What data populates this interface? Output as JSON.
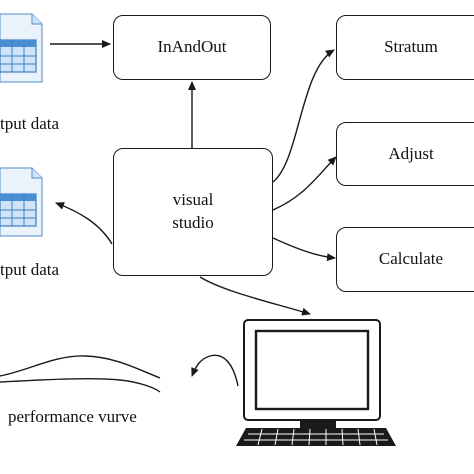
{
  "nodes": {
    "inandout": "InAndOut",
    "stratum": "Stratum",
    "adjust": "Adjust",
    "calculate": "Calculate",
    "center_line1": "visual",
    "center_line2": "studio"
  },
  "labels": {
    "input": "tput data",
    "output": "tput data",
    "curve": "performance vurve"
  },
  "icons": {
    "input": "spreadsheet-file-icon",
    "output": "spreadsheet-file-icon",
    "computer": "desktop-computer-icon",
    "curve": "curve-plot-icon"
  },
  "colors": {
    "stroke": "#1a1a1a",
    "file_blue": "#4a8fd4",
    "file_light": "#cfe4f8"
  }
}
